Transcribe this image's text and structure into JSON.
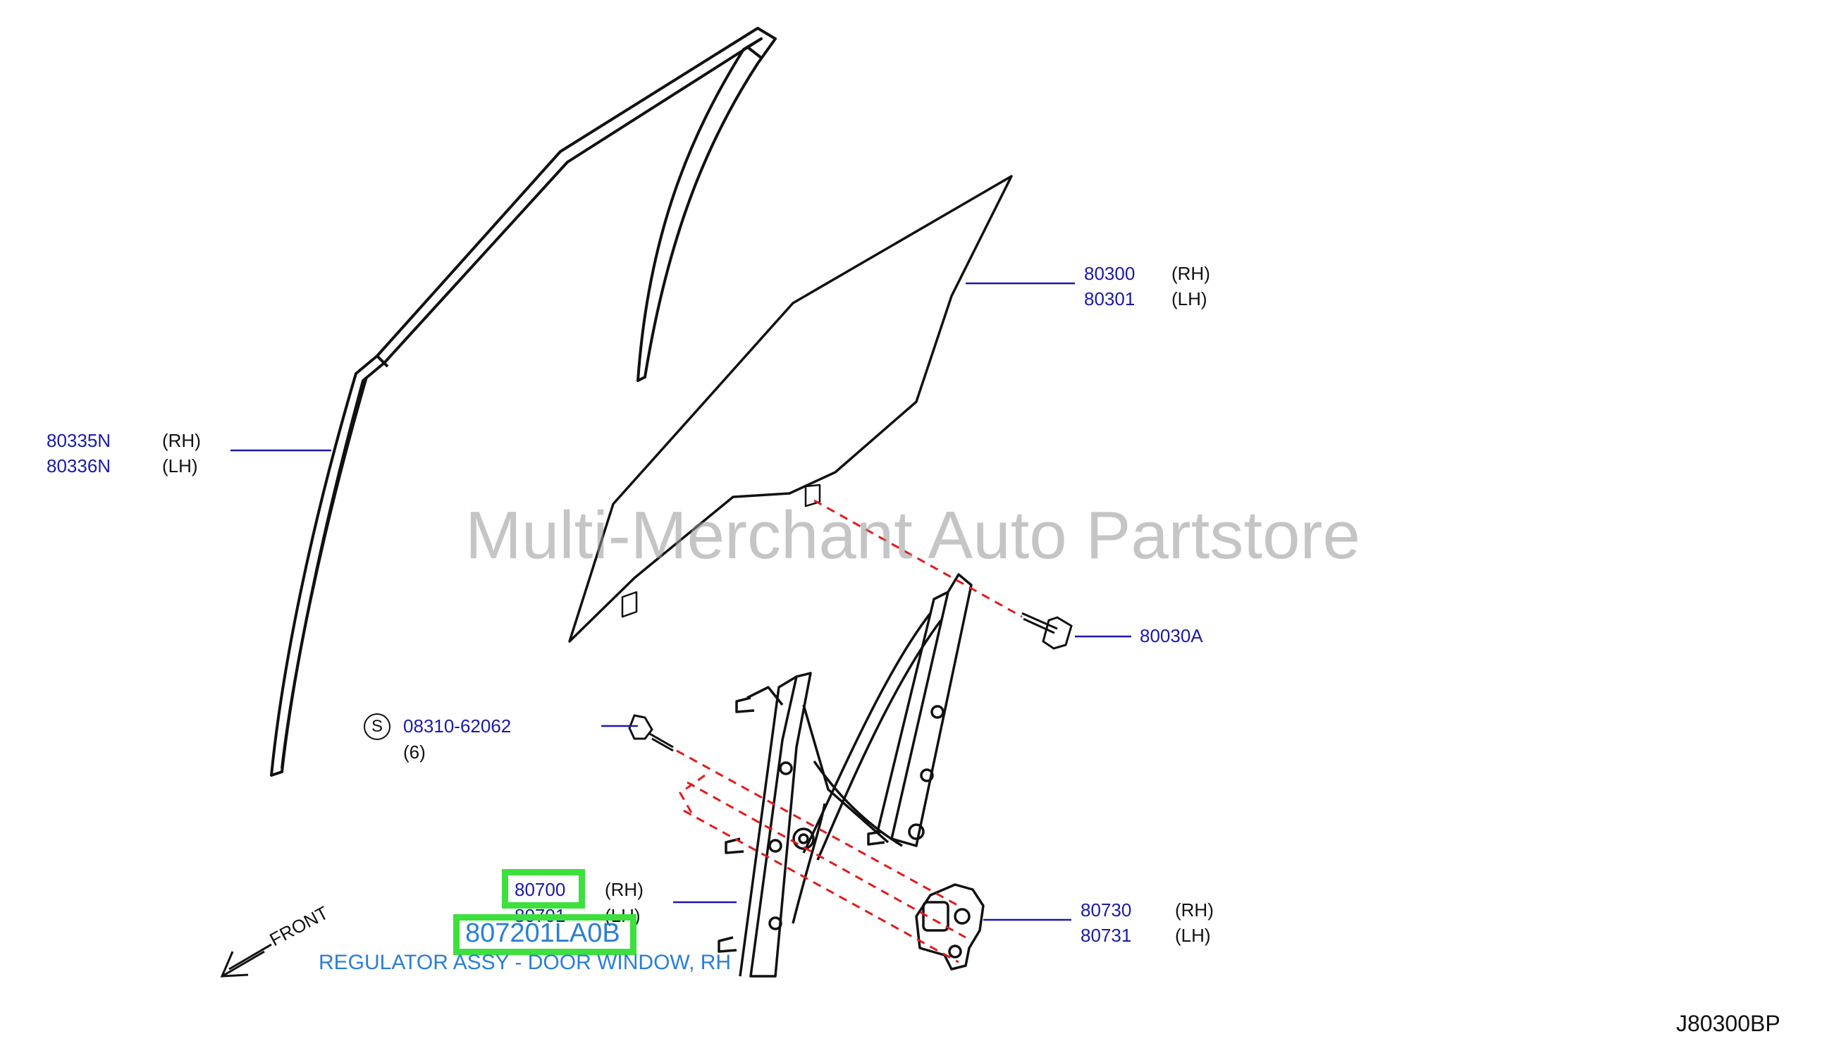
{
  "watermark": "Multi-Merchant Auto Partstore",
  "diagram_code": "J80300BP",
  "front_label": "FRONT",
  "parts": {
    "sash": {
      "rh": "80335N",
      "lh": "80336N",
      "rh_side": "(RH)",
      "lh_side": "(LH)"
    },
    "glass": {
      "rh": "80300",
      "lh": "80301",
      "rh_side": "(RH)",
      "lh_side": "(LH)"
    },
    "bolt": {
      "pn": "80030A"
    },
    "screw": {
      "symbol": "S",
      "pn": "08310-62062",
      "qty": "(6)"
    },
    "regulator": {
      "rh": "80700",
      "lh": "80701",
      "rh_side": "(RH)",
      "lh_side": "(LH)"
    },
    "motor": {
      "rh": "80730",
      "lh": "80731",
      "rh_side": "(RH)",
      "lh_side": "(LH)"
    }
  },
  "highlight": {
    "part_number": "807201LA0B",
    "description": "REGULATOR ASSY - DOOR WINDOW, RH"
  }
}
